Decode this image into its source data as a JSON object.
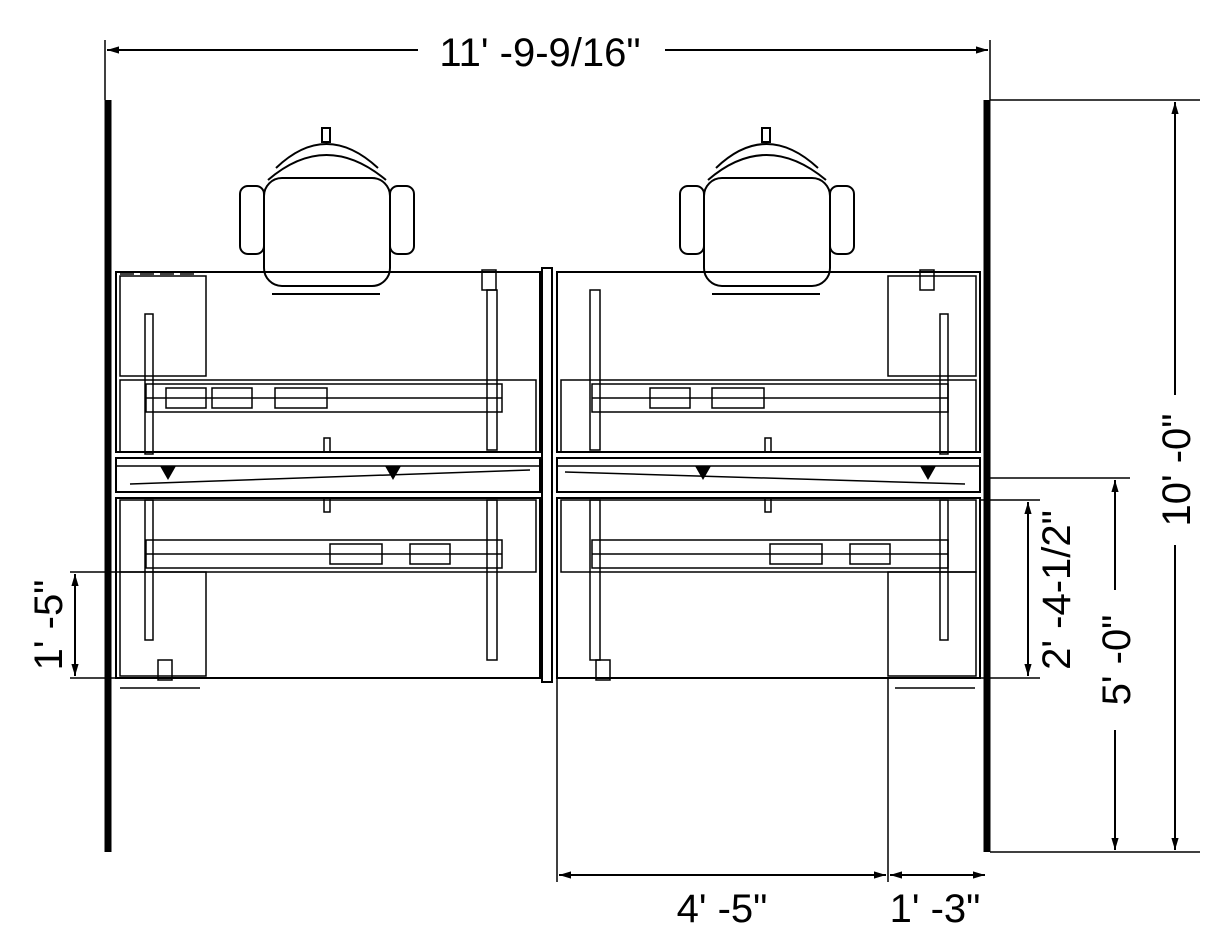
{
  "drawing": {
    "title": "Workstation cluster plan",
    "dimensions": {
      "overall_width": "11' -9-9/16\"",
      "overall_depth": "10' -0\"",
      "half_depth": "5' -0\"",
      "desk_depth": "2' -4-1/2\"",
      "pedestal_offset": "1' -5\"",
      "desk_width": "4' -5\"",
      "return_width": "1' -3\""
    },
    "colors": {
      "line": "#000000",
      "background": "#ffffff"
    }
  }
}
